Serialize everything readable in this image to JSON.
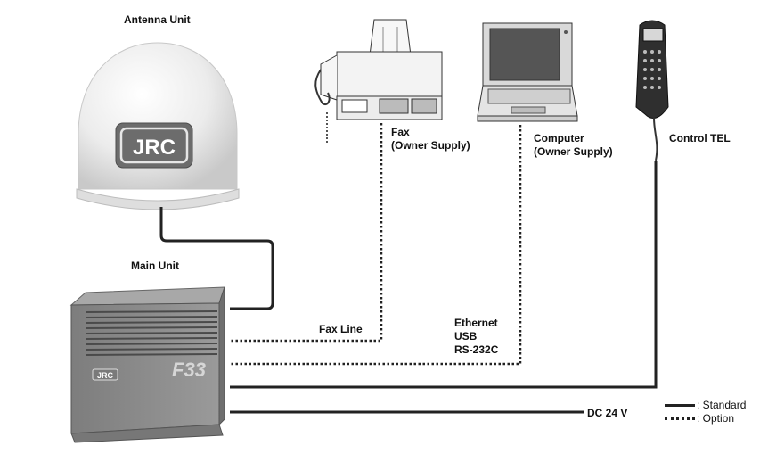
{
  "labels": {
    "antenna_unit": "Antenna Unit",
    "main_unit": "Main Unit",
    "fax_line1": "Fax",
    "fax_line2": "(Owner Supply)",
    "computer_line1": "Computer",
    "computer_line2": "(Owner Supply)",
    "control_tel": "Control TEL",
    "fax_line": "Fax Line",
    "ethernet": "Ethernet",
    "usb": "USB",
    "rs232c": "RS-232C",
    "dc24v": "DC 24 V"
  },
  "branding": {
    "antenna_logo": "JRC",
    "main_unit_logo": "JRC",
    "main_unit_model": "F33"
  },
  "legend": {
    "standard": ": Standard",
    "option": ": Option"
  },
  "colors": {
    "line": "#222222",
    "device_gray": "#8a8a8a",
    "antenna_white": "#f2f2f2"
  }
}
